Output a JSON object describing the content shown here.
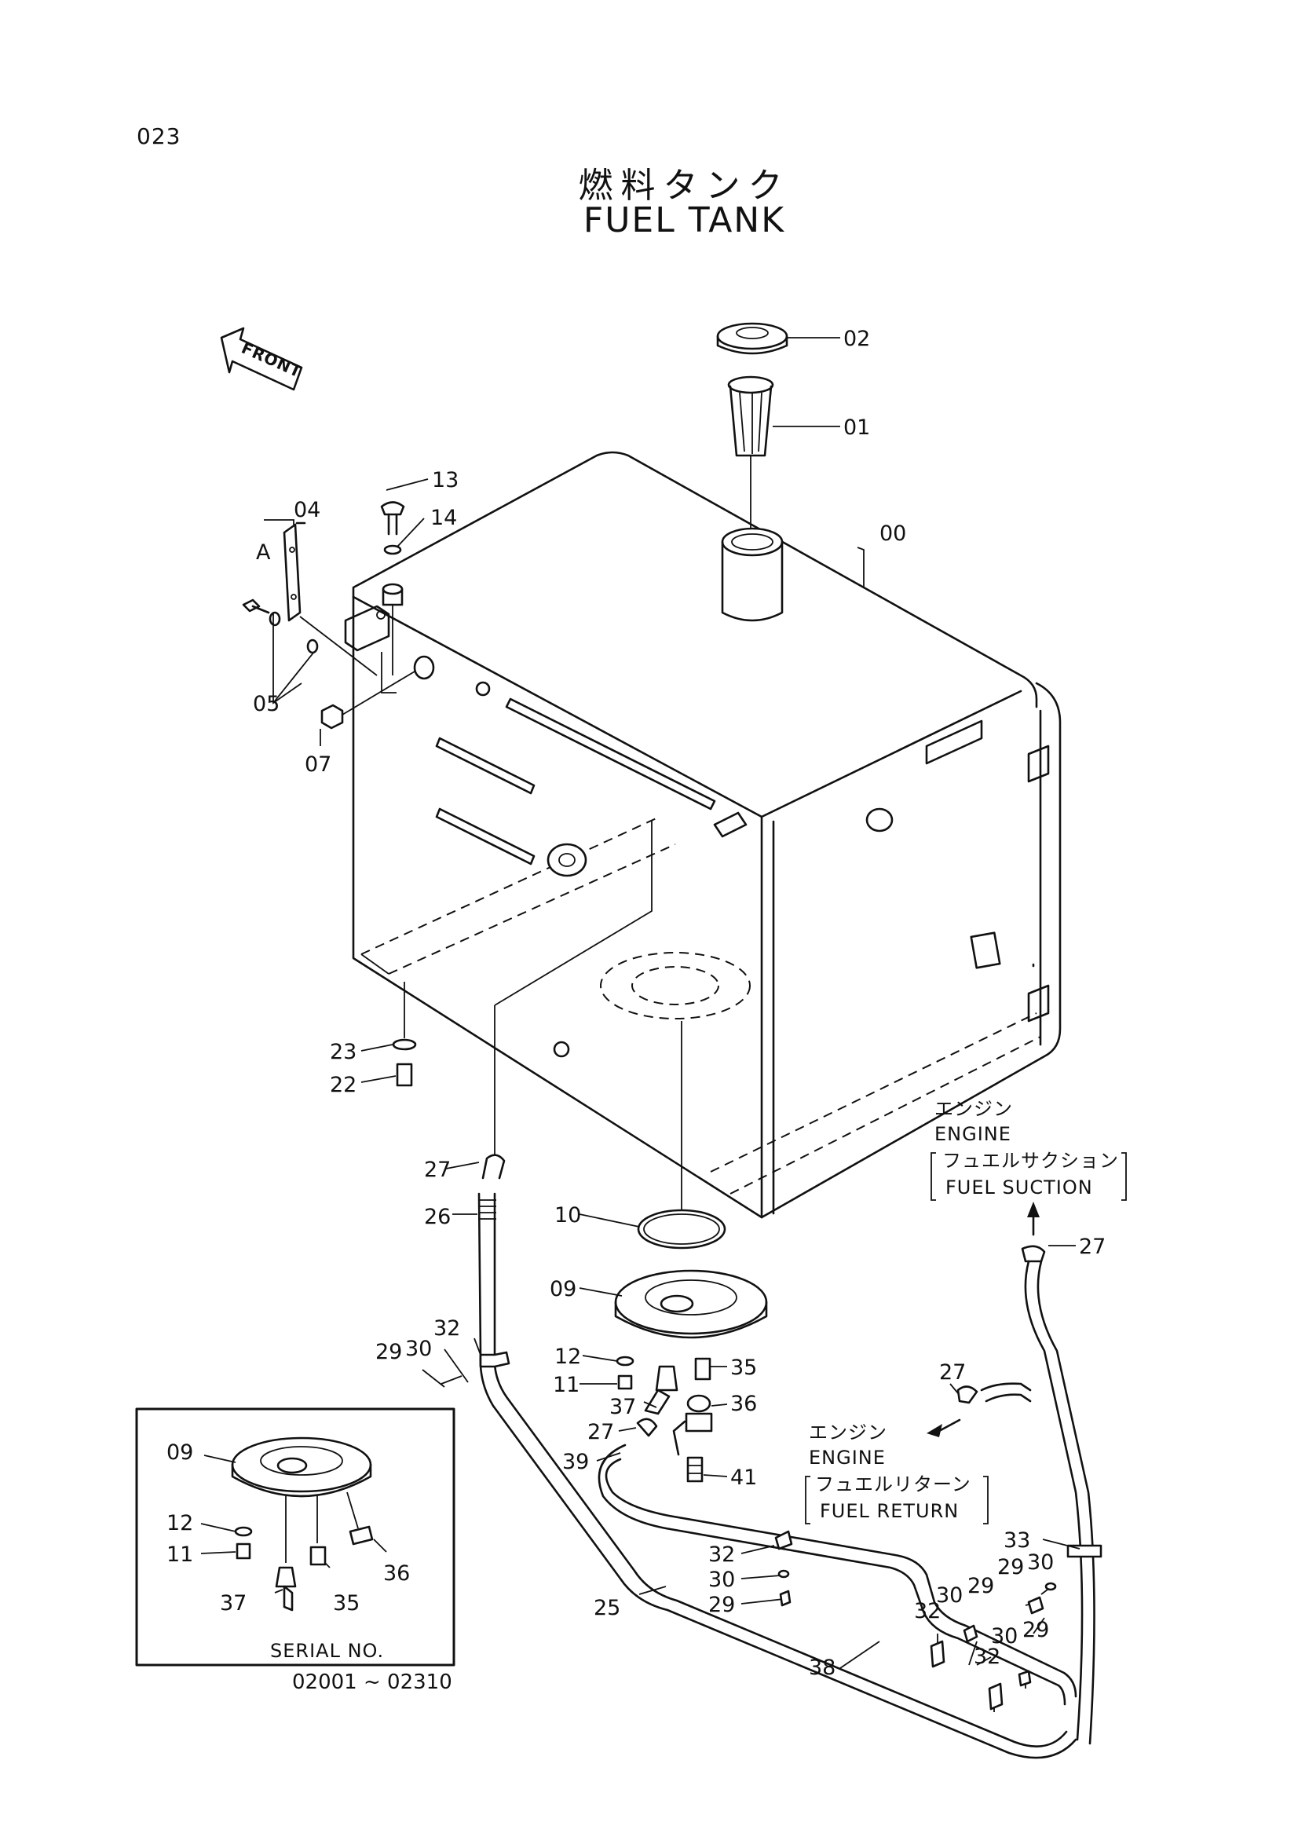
{
  "page_number": "023",
  "title_jp": "燃料タンク",
  "title_en": "FUEL TANK",
  "front_label": "FRONT",
  "view_label": "A",
  "callouts": {
    "c00": "00",
    "c01": "01",
    "c02": "02",
    "c04": "04",
    "c05": "05",
    "c07": "07",
    "c13": "13",
    "c14": "14",
    "c23": "23",
    "c22": "22",
    "c27a": "27",
    "c26": "26",
    "c10": "10",
    "c09": "09",
    "c12": "12",
    "c11": "11",
    "c35": "35",
    "c36": "36",
    "c37": "37",
    "c27b": "27",
    "c39": "39",
    "c41": "41",
    "c32a": "32",
    "c30a": "30",
    "c29a": "29",
    "c27c": "27",
    "c27d": "27",
    "c25": "25",
    "c32b": "32",
    "c30b": "30",
    "c29b": "29",
    "c38": "38",
    "c33": "33",
    "c29c": "29",
    "c30c": "30",
    "c32c": "32",
    "c30d": "30",
    "c29d": "29",
    "c30e": "30",
    "c32d": "32",
    "c29e": "29"
  },
  "suction_note": {
    "line1": "エンジン",
    "line2": "ENGINE",
    "line3": "フュエルサクション",
    "line4": "FUEL SUCTION"
  },
  "return_note": {
    "line1": "エンジン",
    "line2": "ENGINE",
    "line3": "フュエルリターン",
    "line4": "FUEL RETURN"
  },
  "inset": {
    "labels": {
      "i09": "09",
      "i12": "12",
      "i11": "11",
      "i37": "37",
      "i35": "35",
      "i36": "36"
    },
    "serial_label": "SERIAL  NO.",
    "serial_range": "02001 ~ 02310"
  }
}
